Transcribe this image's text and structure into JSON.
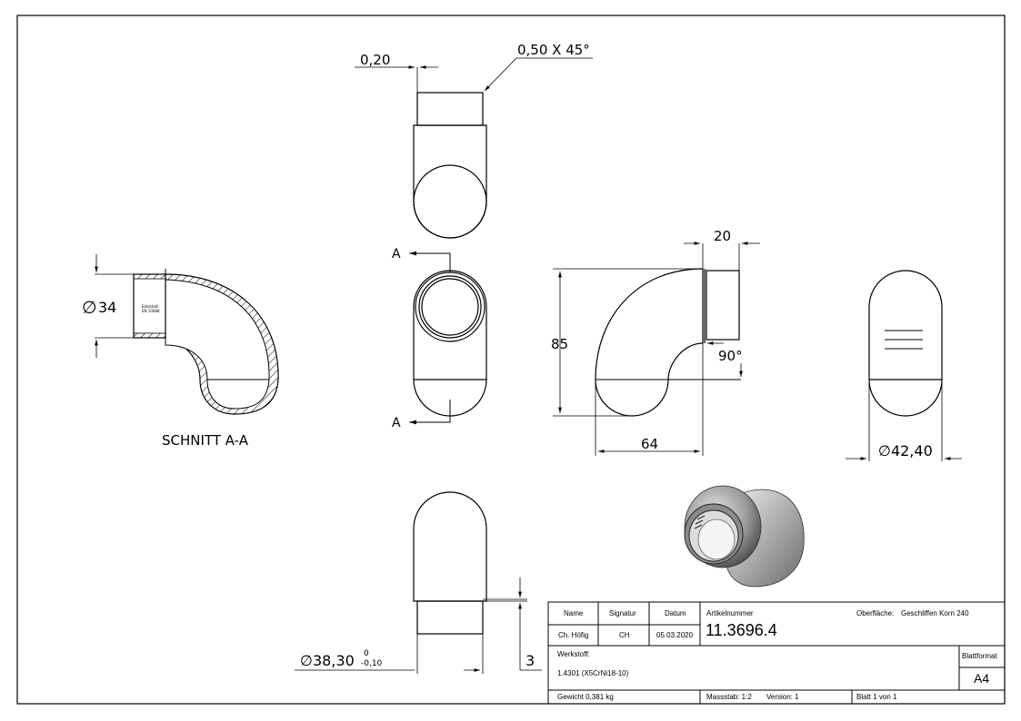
{
  "dimensions": {
    "chamfer_offset": "0,20",
    "chamfer": "0,50 X 45°",
    "dia_34_prefix": "∅",
    "dia_34": "34",
    "section_marker": "A",
    "width_20": "20",
    "height_85": "85",
    "width_64": "64",
    "angle_90": "90°",
    "dia_42_40": "∅42,40",
    "dia_38_30": "∅38,30",
    "tol_upper": "0",
    "tol_lower": "-0,10",
    "dim_3": "3"
  },
  "section_label": "SCHNITT A-A",
  "engraving": [
    "Edelstahl",
    "EN 10088"
  ],
  "title_block": {
    "col_name": "Name",
    "col_signatur": "Signatur",
    "col_datum": "Datum",
    "name": "Ch. Höfig",
    "signatur": "CH",
    "datum": "05.03.2020",
    "artikel_label": "Artikelnummer",
    "artikel_nummer": "11.3696.4",
    "oberflaeche_label": "Oberfläche:",
    "oberflaeche": "Geschliffen Korn 240",
    "werkstoff_label": "Werkstoff:",
    "werkstoff": "1.4301 (X5CrNi18-10)",
    "blattformat_label": "Blattformat",
    "blattformat": "A4",
    "gewicht": "Gewicht 0,381 kg",
    "massstab": "Massstab: 1:2",
    "version": "Version: 1",
    "blatt": "Blatt 1 von 1"
  },
  "colors": {
    "line": "#000000",
    "shade_dark": "#555555",
    "shade_light": "#d0d0d0"
  }
}
